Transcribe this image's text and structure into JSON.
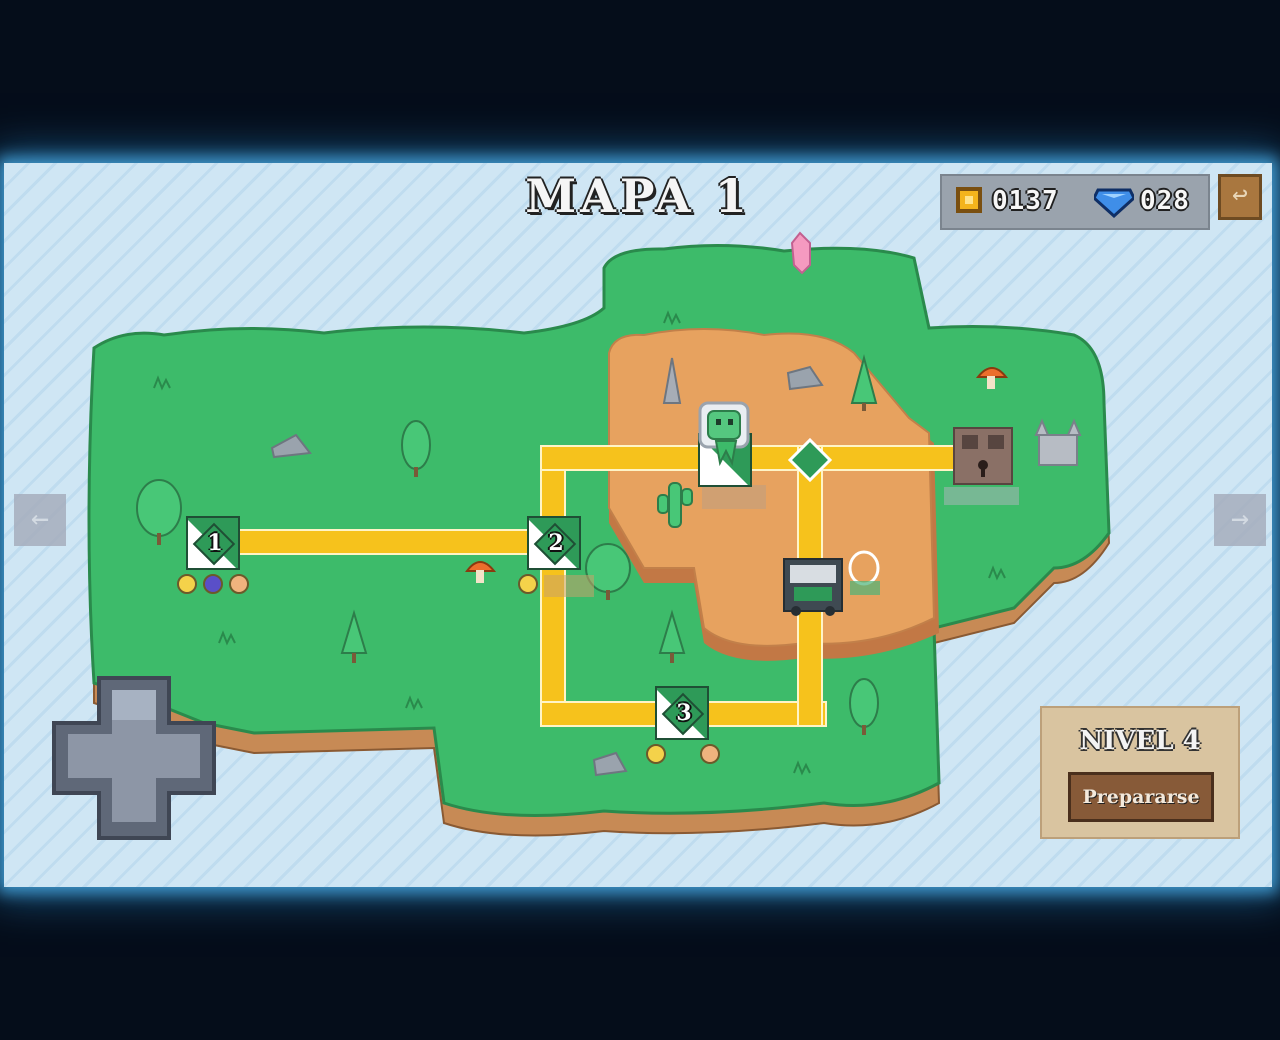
{
  "title": "MAPA 1",
  "currency": {
    "coins": "0137",
    "gems": "028",
    "coin_icon": "gold-coin-icon",
    "gem_icon": "blue-gem-icon"
  },
  "buttons": {
    "back_icon": "back-arrow-icon",
    "left_icon": "left-arrow-icon",
    "right_icon": "right-arrow-icon",
    "back_glyph": "↩",
    "left_glyph": "←",
    "right_glyph": "→"
  },
  "levels": [
    {
      "number": "1",
      "rewards": [
        "coin-reward-icon",
        "potion-reward-icon",
        "cookie-reward-icon"
      ]
    },
    {
      "number": "2",
      "rewards": [
        "coin-reward-icon"
      ]
    },
    {
      "number": "3",
      "rewards": [
        "coin-reward-icon",
        "cookie-reward-icon"
      ]
    }
  ],
  "selected_level": {
    "title": "NIVEL 4",
    "action_label": "Prepararse"
  },
  "colors": {
    "water": "#cfe6f4",
    "grass": "#3dbb6a",
    "sand": "#e7a25f",
    "path": "#f6c21c",
    "screen_glow": "#3e93c6"
  }
}
